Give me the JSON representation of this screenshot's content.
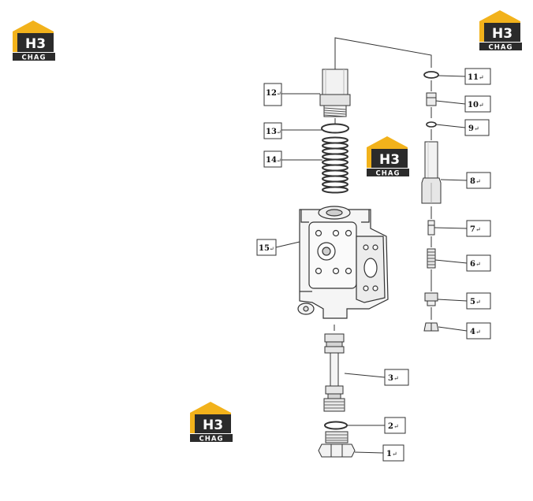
{
  "logo": {
    "mark": "H3",
    "wordmark": "CHAG",
    "colors": {
      "gold": "#F2B21B",
      "dark": "#2B2B2B",
      "text": "#ffffff"
    }
  },
  "parts": [
    {
      "number": "1",
      "marker": "↵"
    },
    {
      "number": "2",
      "marker": "↵"
    },
    {
      "number": "3",
      "marker": "↵"
    },
    {
      "number": "4",
      "marker": "↵"
    },
    {
      "number": "5",
      "marker": "↵"
    },
    {
      "number": "6",
      "marker": "↵"
    },
    {
      "number": "7",
      "marker": "↵"
    },
    {
      "number": "8",
      "marker": "↵"
    },
    {
      "number": "9",
      "marker": "↵"
    },
    {
      "number": "10",
      "marker": "↵"
    },
    {
      "number": "11",
      "marker": "↵"
    },
    {
      "number": "12",
      "marker": "↵"
    },
    {
      "number": "13",
      "marker": "↵"
    },
    {
      "number": "14",
      "marker": "↵"
    },
    {
      "number": "15",
      "marker": "↵"
    }
  ],
  "colors": {
    "line": "#333333",
    "part_fill": "#f4f4f4",
    "part_shade": "#d6d6d6"
  }
}
